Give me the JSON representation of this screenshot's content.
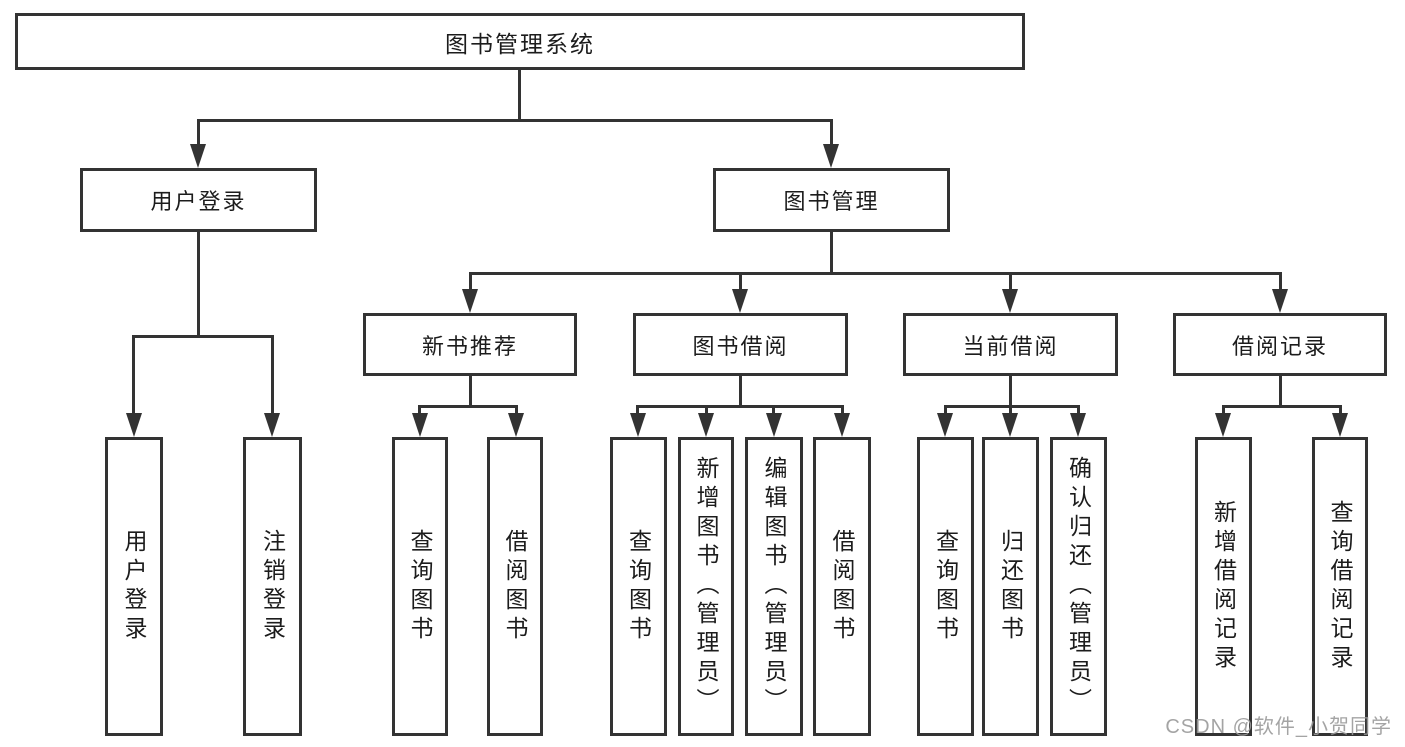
{
  "nodes": {
    "root": {
      "label": "图书管理系统"
    },
    "login": {
      "label": "用户登录"
    },
    "management": {
      "label": "图书管理"
    },
    "recommend": {
      "label": "新书推荐"
    },
    "borrow": {
      "label": "图书借阅"
    },
    "current": {
      "label": "当前借阅"
    },
    "records": {
      "label": "借阅记录"
    }
  },
  "leaves": {
    "login": [
      "用户登录",
      "注销登录"
    ],
    "recommend": [
      "查询图书",
      "借阅图书"
    ],
    "borrow": [
      "查询图书",
      "新增图书（管理员）",
      "编辑图书（管理员）",
      "借阅图书"
    ],
    "current": [
      "查询图书",
      "归还图书",
      "确认归还（管理员）"
    ],
    "records": [
      "新增借阅记录",
      "查询借阅记录"
    ]
  },
  "watermark": "CSDN @软件_小贺同学",
  "colors": {
    "line": "#333333",
    "text": "#1c1c1c",
    "watermark": "#9b9b9b",
    "background": "#ffffff"
  }
}
